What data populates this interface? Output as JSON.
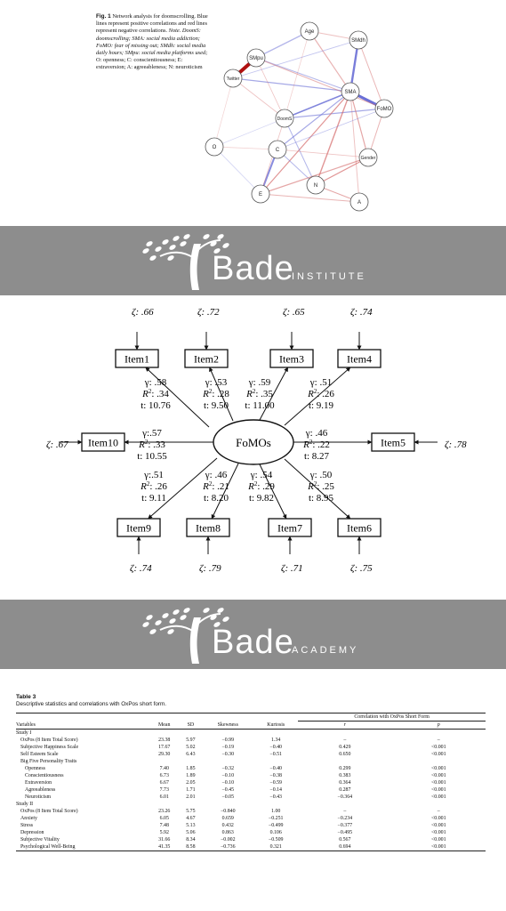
{
  "figure1": {
    "label": "Fig. 1",
    "caption": "Network analysis for doomscrolling. Blue lines represent positive correlations and red lines represent negative correlations.",
    "note": "Note. DoomS: doomscrolling; SMA: social media addiction; FoMO: fear of missing out; SMdh: social media daily hours; SMpu: social media platforms used;",
    "note_tail": "O: openness; C: conscientiousness; E: extraversion; A: agreeableness; N: neuroticism",
    "nodes": [
      "Age",
      "SMdh",
      "SMpu",
      "Twitter",
      "SMA",
      "DoomS",
      "FoMO",
      "O",
      "C",
      "Gender",
      "N",
      "E",
      "A"
    ],
    "colors": {
      "positive": "#6a6fd6",
      "negative": "#d46a6a",
      "strong_negative": "#b01010"
    }
  },
  "banners": [
    {
      "brand": "Bade",
      "suffix": "INSTITUTE"
    },
    {
      "brand": "Bade",
      "suffix": "ACADEMY"
    }
  ],
  "path_model": {
    "latent": "FoMOs",
    "items": [
      {
        "name": "Item1",
        "zeta": "ζ: .66",
        "gamma": "γ: .58",
        "r2": ": .34",
        "t": "t: 10.76"
      },
      {
        "name": "Item2",
        "zeta": "ζ: .72",
        "gamma": "γ: .53",
        "r2": ": .28",
        "t": "t: 9.50"
      },
      {
        "name": "Item3",
        "zeta": "ζ: .65",
        "gamma": "γ: .59",
        "r2": ": .35",
        "t": "t: 11.00"
      },
      {
        "name": "Item4",
        "zeta": "ζ: .74",
        "gamma": "γ: .51",
        "r2": ": .26",
        "t": "t: 9.19"
      },
      {
        "name": "Item5",
        "zeta": "ζ: .78",
        "gamma": "γ: .46",
        "r2": ": .22",
        "t": "t: 8.27"
      },
      {
        "name": "Item6",
        "zeta": "ζ: .75",
        "gamma": "γ: .50",
        "r2": ": .25",
        "t": "t: 8.95"
      },
      {
        "name": "Item7",
        "zeta": "ζ: .71",
        "gamma": "γ: .54",
        "r2": ": .29",
        "t": "t: 9.82"
      },
      {
        "name": "Item8",
        "zeta": "ζ: .79",
        "gamma": "γ: .46",
        "r2": ": .21",
        "t": "t: 8.20"
      },
      {
        "name": "Item9",
        "zeta": "ζ: .74",
        "gamma": "γ:.51",
        "r2": ": .26",
        "t": "t: 9.11"
      },
      {
        "name": "Item10",
        "zeta": "ζ: .67",
        "gamma": "γ:.57",
        "r2": ": .33",
        "t": "t: 10.55"
      }
    ]
  },
  "table3": {
    "title": "Table 3",
    "caption": "Descriptive statistics and correlations with OxPos short form.",
    "header_group": "Correlation with OxPos Short Form",
    "headers": [
      "Variables",
      "Mean",
      "SD",
      "Skewness",
      "Kurtosis",
      "r",
      "p"
    ],
    "rows": [
      {
        "cells": [
          "Study I",
          "",
          "",
          "",
          "",
          "",
          ""
        ],
        "indent": 0
      },
      {
        "cells": [
          "OxPos (8 Item Total Score)",
          "23.38",
          "5.97",
          "−0.99",
          "1.34",
          "–",
          "–"
        ],
        "indent": 1
      },
      {
        "cells": [
          "Subjective Happiness Scale",
          "17.67",
          "5.02",
          "−0.19",
          "−0.40",
          "0.429",
          "<0.001"
        ],
        "indent": 1
      },
      {
        "cells": [
          "Self Esteem Scale",
          "29.30",
          "6.43",
          "−0.30",
          "−0.51",
          "0.650",
          "<0.001"
        ],
        "indent": 1
      },
      {
        "cells": [
          "Big Five Personality Traits",
          "",
          "",
          "",
          "",
          "",
          ""
        ],
        "indent": 1
      },
      {
        "cells": [
          "Openness",
          "7.40",
          "1.85",
          "−0.32",
          "−0.40",
          "0.299",
          "<0.001"
        ],
        "indent": 2
      },
      {
        "cells": [
          "Conscientiousness",
          "6.73",
          "1.89",
          "−0.10",
          "−0.38",
          "0.383",
          "<0.001"
        ],
        "indent": 2
      },
      {
        "cells": [
          "Extraversion",
          "6.67",
          "2.05",
          "−0.10",
          "−0.59",
          "0.364",
          "<0.001"
        ],
        "indent": 2
      },
      {
        "cells": [
          "Agreeableness",
          "7.73",
          "1.71",
          "−0.45",
          "−0.14",
          "0.287",
          "<0.001"
        ],
        "indent": 2
      },
      {
        "cells": [
          "Neuroticism",
          "6.01",
          "2.01",
          "−0.05",
          "−0.43",
          "−0.364",
          "<0.001"
        ],
        "indent": 2
      },
      {
        "cells": [
          "Study II",
          "",
          "",
          "",
          "",
          "",
          ""
        ],
        "indent": 0
      },
      {
        "cells": [
          "OxPos (8 Item Total Score)",
          "23.26",
          "5.75",
          "−0.840",
          "1.00",
          "–",
          "–"
        ],
        "indent": 1
      },
      {
        "cells": [
          "Anxiety",
          "6.05",
          "4.67",
          "0.659",
          "−0.251",
          "−0.234",
          "<0.001"
        ],
        "indent": 1
      },
      {
        "cells": [
          "Stress",
          "7.48",
          "5.13",
          "0.432",
          "−0.499",
          "−0.377",
          "<0.001"
        ],
        "indent": 1
      },
      {
        "cells": [
          "Depression",
          "5.92",
          "5.06",
          "0.863",
          "0.106",
          "−0.495",
          "<0.001"
        ],
        "indent": 1
      },
      {
        "cells": [
          "Subjective Vitality",
          "31.66",
          "8.34",
          "−0.002",
          "−0.509",
          "0.567",
          "<0.001"
        ],
        "indent": 1
      },
      {
        "cells": [
          "Psychological Well-Being",
          "41.35",
          "8.58",
          "−0.736",
          "0.321",
          "0.694",
          "<0.001"
        ],
        "indent": 1
      }
    ]
  }
}
